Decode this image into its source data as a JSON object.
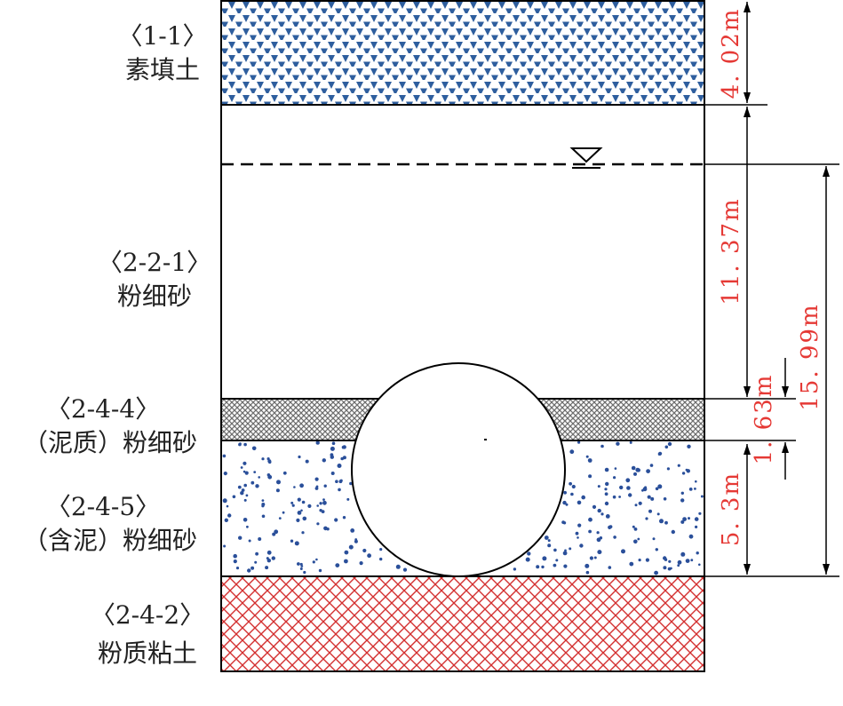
{
  "layers": [
    {
      "code": "〈1-1〉",
      "name": "素填土"
    },
    {
      "code": "〈2-2-1〉",
      "name": "粉细砂"
    },
    {
      "code": "〈2-4-4〉",
      "name": "（泥质）粉细砂"
    },
    {
      "code": "〈2-4-5〉",
      "name": "（含泥）粉细砂"
    },
    {
      "code": "〈2-4-2〉",
      "name": "粉质粘土"
    }
  ],
  "dimensions": {
    "fill_thickness": "4. 02m",
    "sand_thickness": "11. 37m",
    "muddy_sand_thickness": "1. 63m",
    "clay_sand_thickness": "5. 3m",
    "water_to_bottom": "15. 99m"
  },
  "colors": {
    "fill_pattern": "#2e5e9e",
    "clay_pattern": "#d32f2f",
    "muddy_pattern": "#777777",
    "sand_dots": "#2a4f9a",
    "dimension_text": "#e53935"
  },
  "icons": {
    "water_table": "water-level-triangle-icon"
  }
}
